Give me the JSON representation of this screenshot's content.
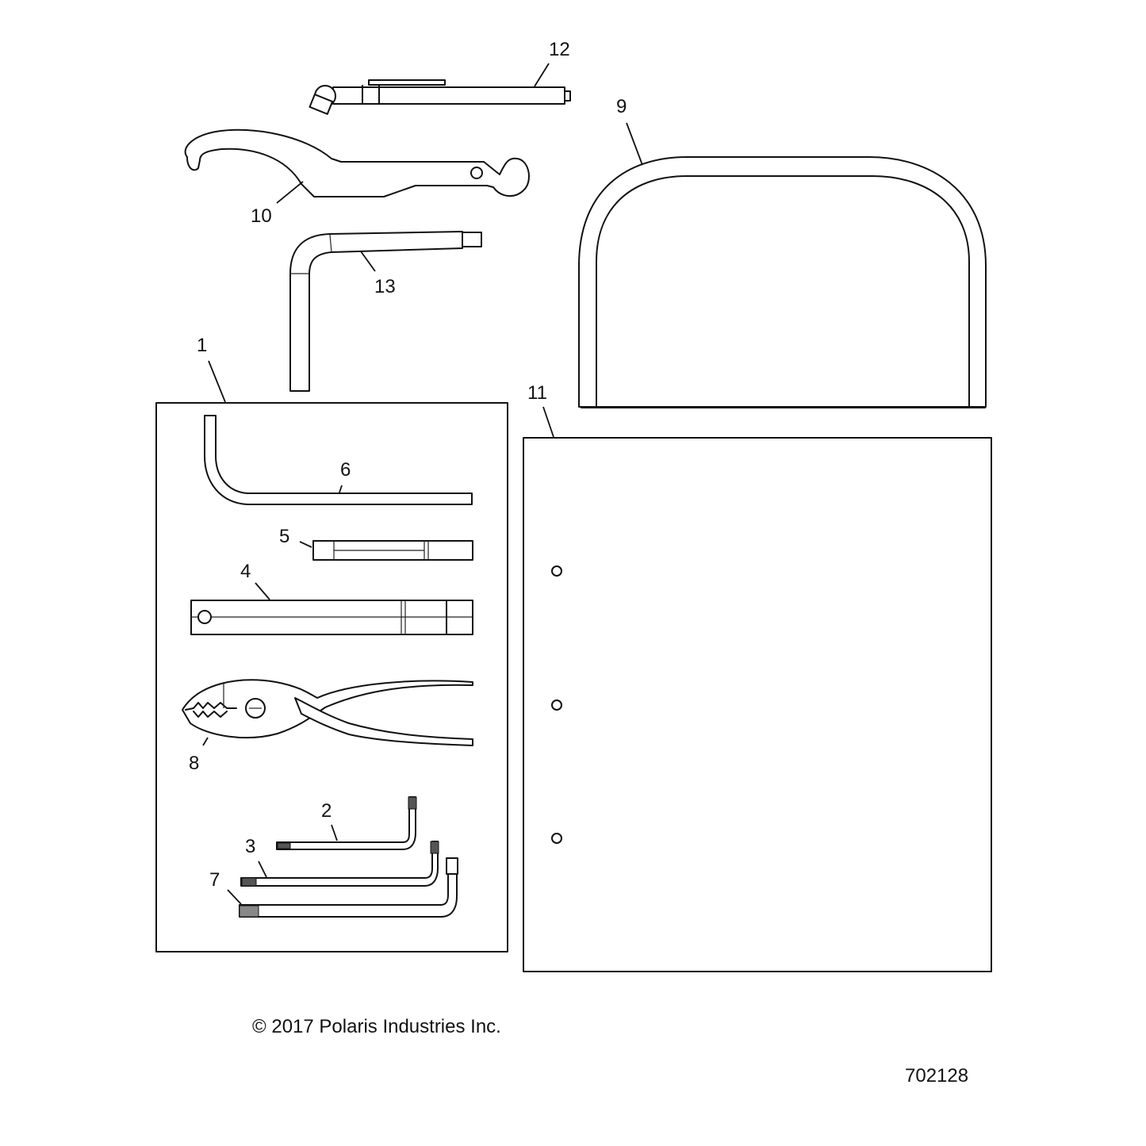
{
  "diagram": {
    "type": "exploded parts diagram",
    "subject": "Tool kit",
    "colors": {
      "line": "#111111",
      "background": "#ffffff",
      "shade": "#555555"
    },
    "callouts": [
      {
        "id": "1",
        "label": "1",
        "part": "tool-kit-bag-assembly"
      },
      {
        "id": "2",
        "label": "2",
        "part": "torx-key-small"
      },
      {
        "id": "3",
        "label": "3",
        "part": "torx-key-medium"
      },
      {
        "id": "4",
        "label": "4",
        "part": "spark-plug-socket-wrench"
      },
      {
        "id": "5",
        "label": "5",
        "part": "socket-extension"
      },
      {
        "id": "6",
        "label": "6",
        "part": "hex-key-large"
      },
      {
        "id": "7",
        "label": "7",
        "part": "torx-key-large"
      },
      {
        "id": "8",
        "label": "8",
        "part": "pliers"
      },
      {
        "id": "9",
        "label": "9",
        "part": "tool-pouch"
      },
      {
        "id": "10",
        "label": "10",
        "part": "spanner-wrench"
      },
      {
        "id": "11",
        "label": "11",
        "part": "owners-manual"
      },
      {
        "id": "12",
        "label": "12",
        "part": "handle-ratchet"
      },
      {
        "id": "13",
        "label": "13",
        "part": "l-handle-bar"
      }
    ]
  },
  "footer": {
    "copyright": "© 2017 Polaris Industries Inc.",
    "drawing_number": "702128"
  }
}
